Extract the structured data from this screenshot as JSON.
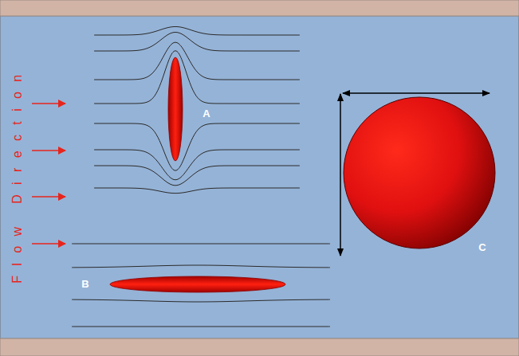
{
  "diagram": {
    "labels": [
      "Flow Direction",
      "A",
      "B",
      "C"
    ]
  }
}
